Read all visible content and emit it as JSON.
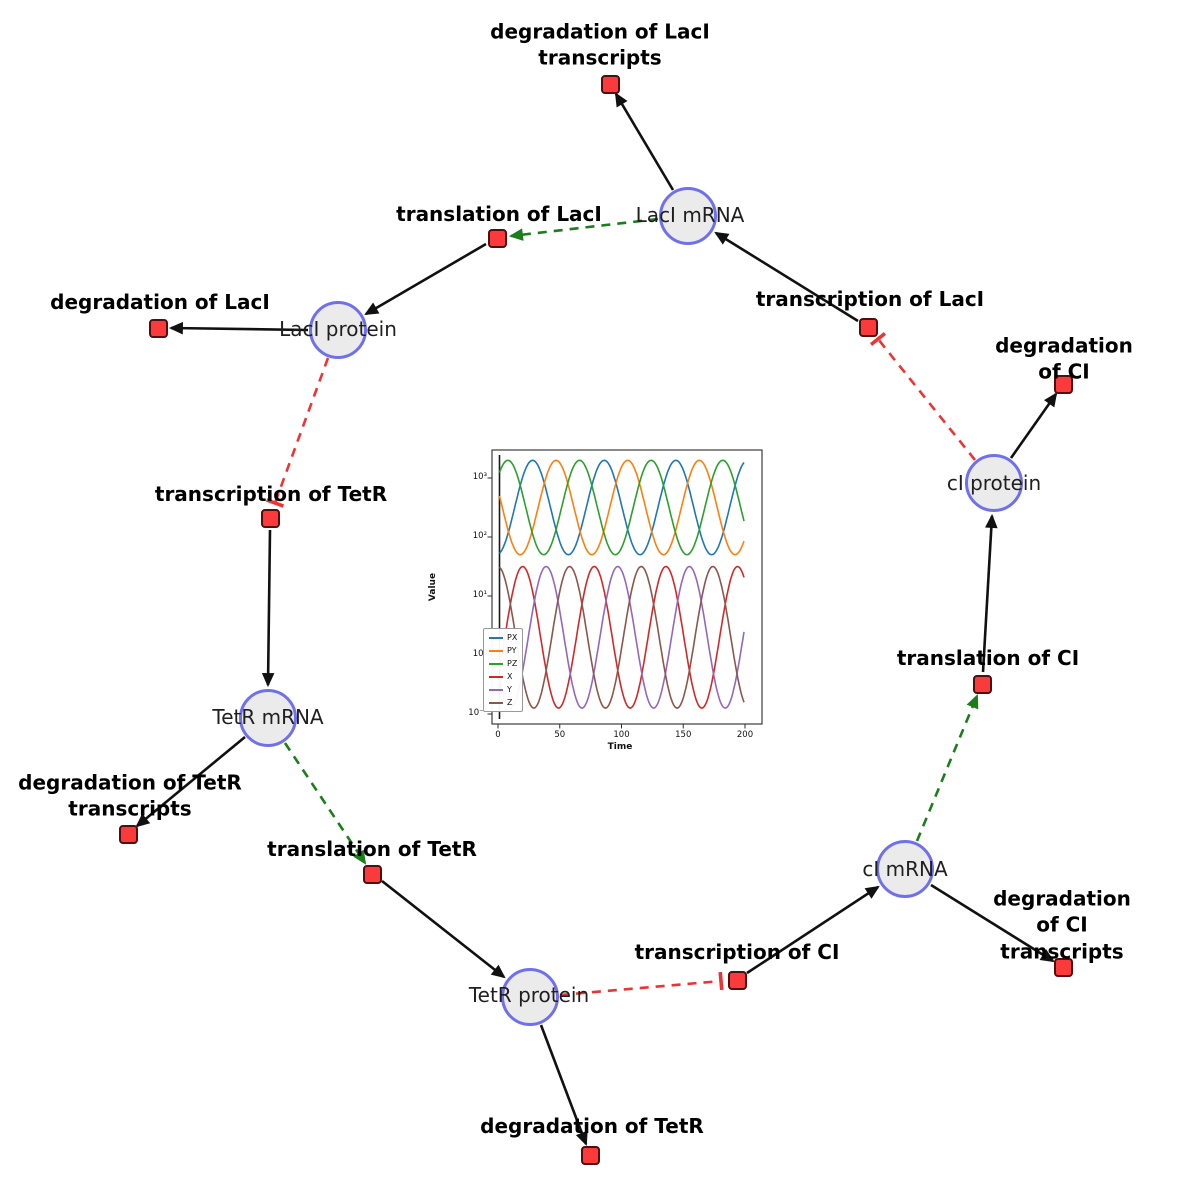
{
  "diagram": {
    "species": [
      {
        "id": "laci-mrna",
        "label": "LacI mRNA"
      },
      {
        "id": "laci-protein",
        "label": "LacI protein"
      },
      {
        "id": "tetr-mrna",
        "label": "TetR mRNA"
      },
      {
        "id": "tetr-protein",
        "label": "TetR protein"
      },
      {
        "id": "ci-mrna",
        "label": "cI mRNA"
      },
      {
        "id": "ci-protein",
        "label": "cI protein"
      }
    ],
    "reactions": [
      {
        "id": "deg-laci-transcripts",
        "label": "degradation of LacI\ntranscripts"
      },
      {
        "id": "translation-laci",
        "label": "translation of LacI"
      },
      {
        "id": "transcription-laci",
        "label": "transcription of LacI"
      },
      {
        "id": "deg-laci",
        "label": "degradation of LacI"
      },
      {
        "id": "deg-ci",
        "label": "degradation of CI"
      },
      {
        "id": "transcription-tetr",
        "label": "transcription of TetR"
      },
      {
        "id": "translation-ci",
        "label": "translation of CI"
      },
      {
        "id": "deg-tetr-transcripts",
        "label": "degradation of TetR\ntranscripts"
      },
      {
        "id": "translation-tetr",
        "label": "translation of TetR"
      },
      {
        "id": "transcription-ci",
        "label": "transcription of CI"
      },
      {
        "id": "deg-ci-transcripts",
        "label": "degradation of CI\ntranscripts"
      },
      {
        "id": "deg-tetr",
        "label": "degradation of TetR"
      }
    ],
    "edges": [
      {
        "from": "LacI mRNA",
        "to": "degradation of LacI transcripts",
        "type": "consumption"
      },
      {
        "from": "LacI mRNA",
        "to": "translation of LacI",
        "type": "modifier"
      },
      {
        "from": "translation of LacI",
        "to": "LacI protein",
        "type": "production"
      },
      {
        "from": "transcription of LacI",
        "to": "LacI mRNA",
        "type": "production"
      },
      {
        "from": "cI protein",
        "to": "transcription of LacI",
        "type": "inhibition"
      },
      {
        "from": "LacI protein",
        "to": "degradation of LacI",
        "type": "consumption"
      },
      {
        "from": "LacI protein",
        "to": "transcription of TetR",
        "type": "inhibition"
      },
      {
        "from": "transcription of TetR",
        "to": "TetR mRNA",
        "type": "production"
      },
      {
        "from": "TetR mRNA",
        "to": "degradation of TetR transcripts",
        "type": "consumption"
      },
      {
        "from": "TetR mRNA",
        "to": "translation of TetR",
        "type": "modifier"
      },
      {
        "from": "translation of TetR",
        "to": "TetR protein",
        "type": "production"
      },
      {
        "from": "TetR protein",
        "to": "degradation of TetR",
        "type": "consumption"
      },
      {
        "from": "TetR protein",
        "to": "transcription of CI",
        "type": "inhibition"
      },
      {
        "from": "transcription of CI",
        "to": "cI mRNA",
        "type": "production"
      },
      {
        "from": "cI mRNA",
        "to": "degradation of CI transcripts",
        "type": "consumption"
      },
      {
        "from": "cI mRNA",
        "to": "translation of CI",
        "type": "modifier"
      },
      {
        "from": "translation of CI",
        "to": "cI protein",
        "type": "production"
      },
      {
        "from": "cI protein",
        "to": "degradation of CI",
        "type": "consumption"
      }
    ],
    "colors": {
      "species_fill": "#ebebeb",
      "species_border": "#7070ee",
      "reaction_fill": "#fb3b3b",
      "reaction_border": "#4d0f0f",
      "edge": "#111111",
      "modifier_edge": "#1b7e1b",
      "inhibition_edge": "#ee3333"
    }
  },
  "chart_data": {
    "type": "line",
    "title": "",
    "xlabel": "Time",
    "ylabel": "Value",
    "x_range": [
      0,
      200
    ],
    "y_scale": "log",
    "y_range": [
      0.1,
      1000
    ],
    "xticks": [
      "0",
      "50",
      "100",
      "150",
      "200"
    ],
    "yticks": [
      "10³",
      "10²",
      "10¹",
      "10⁰",
      "10⁻¹"
    ],
    "legend_position": "lower left",
    "grid": false,
    "initial_transient_at_t0": true,
    "series": [
      {
        "name": "PX",
        "color": "#1f77b4",
        "log10_mid": 2.5,
        "log10_amp": 0.8,
        "period": 58,
        "peak_time": 28
      },
      {
        "name": "PY",
        "color": "#ff7f0e",
        "log10_mid": 2.5,
        "log10_amp": 0.8,
        "period": 58,
        "peak_time": 47
      },
      {
        "name": "PZ",
        "color": "#2ca02c",
        "log10_mid": 2.5,
        "log10_amp": 0.8,
        "period": 58,
        "peak_time": 66
      },
      {
        "name": "X",
        "color": "#d62728",
        "log10_mid": 0.3,
        "log10_amp": 1.2,
        "period": 58,
        "peak_time": 20
      },
      {
        "name": "Y",
        "color": "#9467bd",
        "log10_mid": 0.3,
        "log10_amp": 1.2,
        "period": 58,
        "peak_time": 39
      },
      {
        "name": "Z",
        "color": "#8c564b",
        "log10_mid": 0.3,
        "log10_amp": 1.2,
        "period": 58,
        "peak_time": 58
      }
    ]
  }
}
